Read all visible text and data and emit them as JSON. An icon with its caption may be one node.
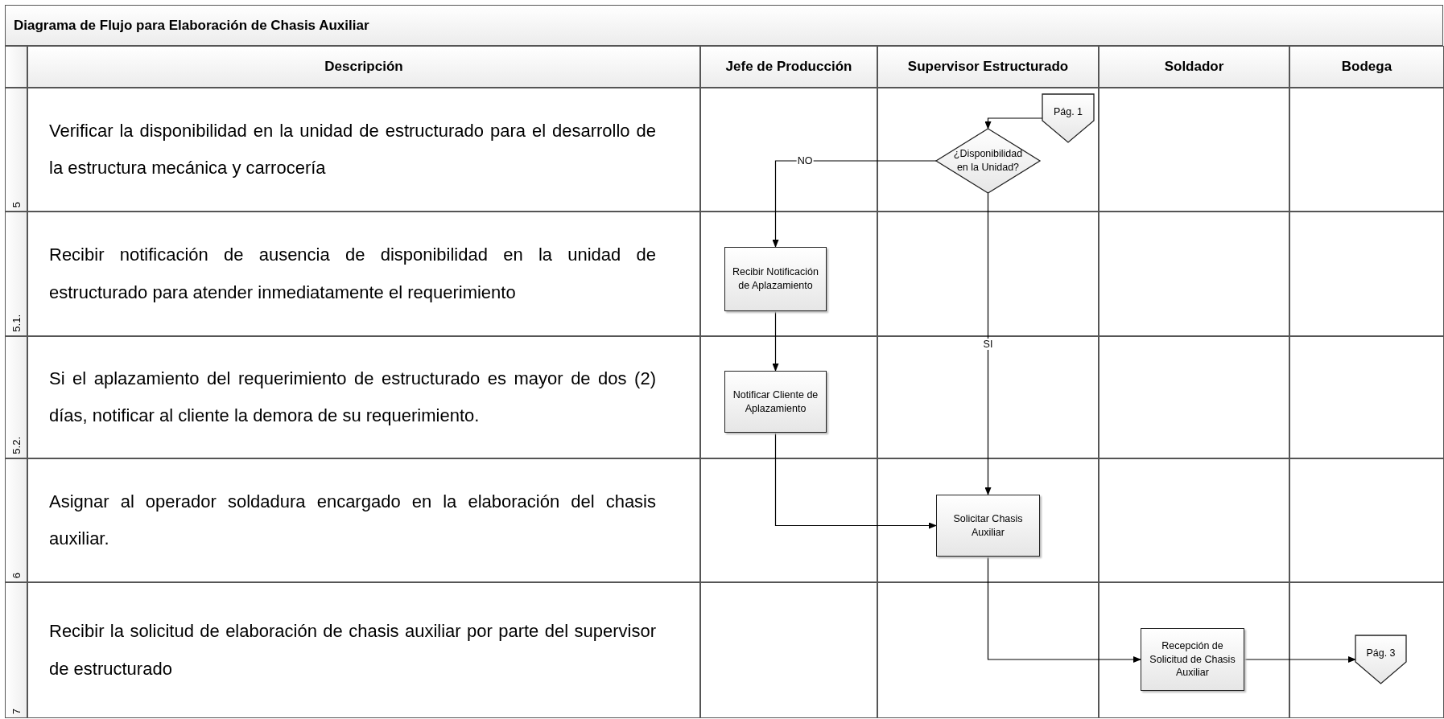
{
  "diagram": {
    "title": "Diagrama de Flujo para Elaboración de Chasis Auxiliar",
    "nodes": [
      {
        "text": [
          "Pág. 1"
        ]
      },
      {
        "text": [
          "¿Disponibilidad en la Unidad?"
        ]
      },
      {
        "text": [
          "Recibir Notificación de Aplazamiento"
        ]
      },
      {
        "text": [
          "Notificar Cliente de Aplazamiento"
        ]
      },
      {
        "text": [
          "Solicitar Chasis Auxiliar"
        ]
      },
      {
        "text": [
          "Recepción de Solicitud de Chasis Auxiliar"
        ]
      },
      {
        "text": [
          "Pág. 3"
        ]
      }
    ],
    "edges": [
      {
        "from": 0,
        "to": 1,
        "arrow": "to"
      },
      {
        "from": 1,
        "to": 2,
        "arrow": "to",
        "label": "NO"
      },
      {
        "from": 1,
        "to": 4,
        "arrow": "to",
        "label": "SI"
      },
      {
        "from": 2,
        "to": 3,
        "arrow": "to"
      },
      {
        "from": 3,
        "to": 4,
        "arrow": "to"
      },
      {
        "from": 4,
        "to": 5,
        "arrow": "to"
      },
      {
        "from": 5,
        "to": 6,
        "arrow": "to"
      }
    ],
    "labels": [
      "Descripción",
      "Jefe de Producción",
      "Supervisor Estructurado",
      "Soldador",
      "Bodega",
      "5",
      "Verificar la disponibilidad en la unidad de estructurado para el desarrollo de la estructura mecánica y carrocería",
      "5.1.",
      "Recibir notificación de ausencia de disponibilidad en la unidad de estructurado para atender inmediatamente el requerimiento",
      "5.2.",
      "Si el aplazamiento del requerimiento de estructurado es mayor de dos (2) días, notificar al cliente la demora de su requerimiento.",
      "6",
      "Asignar al operador soldadura encargado en la elaboración del chasis auxiliar.",
      "7",
      "Recibir la solicitud de elaboración de chasis auxiliar por parte del supervisor de estructurado"
    ]
  }
}
